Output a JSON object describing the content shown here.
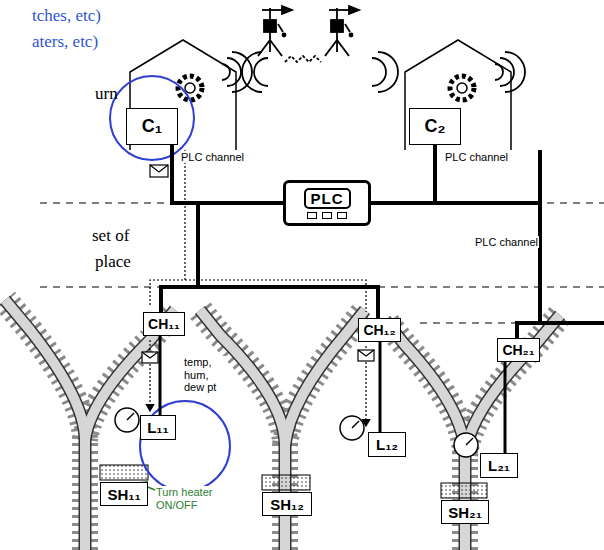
{
  "diagram": {
    "nodes": [
      {
        "text": [
          "C₁"
        ]
      },
      {
        "text": [
          "C₂"
        ]
      },
      {
        "text": [
          "PLC"
        ]
      },
      {
        "text": [
          "CH₁₁"
        ]
      },
      {
        "text": [
          "CH₁₂"
        ]
      },
      {
        "text": [
          "CH₂₁"
        ]
      },
      {
        "text": [
          "L₁₁"
        ]
      },
      {
        "text": [
          "L₁₂"
        ]
      },
      {
        "text": [
          "L₂₁"
        ]
      },
      {
        "text": [
          "SH₁₁"
        ]
      },
      {
        "text": [
          "SH₁₂"
        ]
      },
      {
        "text": [
          "SH₂₁"
        ]
      }
    ],
    "edges": [
      {
        "from": 0,
        "to": 2,
        "arrow": "none"
      },
      {
        "from": 2,
        "to": 1,
        "arrow": "none"
      },
      {
        "from": 2,
        "to": 3,
        "arrow": "none"
      },
      {
        "from": 2,
        "to": 4,
        "arrow": "none"
      },
      {
        "from": 2,
        "to": 5,
        "arrow": "none"
      },
      {
        "from": 3,
        "to": 6,
        "arrow": "none"
      },
      {
        "from": 4,
        "to": 7,
        "arrow": "none"
      },
      {
        "from": 5,
        "to": 8,
        "arrow": "none"
      }
    ],
    "labels": [
      "tches, etc)",
      "aters, etc)",
      "urn",
      "set of",
      "place",
      "PLC channel",
      "PLC channel",
      "PLC channel",
      "temp, hum, dew pt",
      "Turn heater ON/OFF"
    ]
  }
}
